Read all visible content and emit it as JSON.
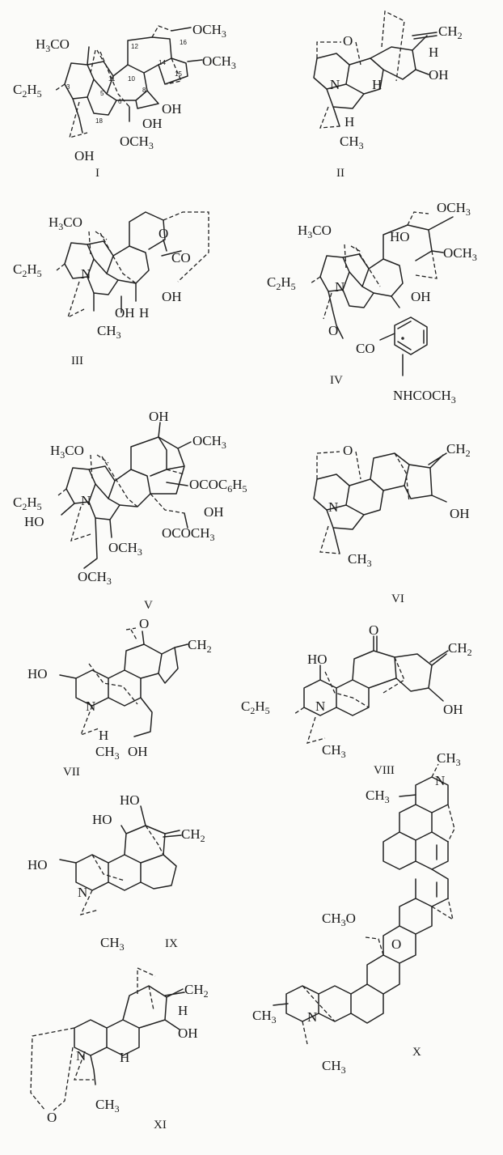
{
  "structures": [
    {
      "roman": "I",
      "labels": [
        "H3CO",
        "OCH3",
        "OCH3",
        "C2H5",
        "OH",
        "OH",
        "OCH3",
        "OH",
        "12",
        "16",
        "11",
        "10",
        "14",
        "15",
        "3",
        "5",
        "6",
        "8",
        "18"
      ]
    },
    {
      "roman": "II",
      "labels": [
        "O",
        "CH2",
        "H",
        "OH",
        "N",
        "H",
        "H",
        "CH3"
      ]
    },
    {
      "roman": "III",
      "labels": [
        "H3CO",
        "O",
        "CO",
        "C2H5",
        "N",
        "OH",
        "H",
        "OH",
        "CH3"
      ]
    },
    {
      "roman": "IV",
      "labels": [
        "OCH3",
        "H3CO",
        "HO",
        "OCH3",
        "C2H5",
        "N",
        "OH",
        "O",
        "CO",
        "NHCOCH3"
      ]
    },
    {
      "roman": "V",
      "labels": [
        "OH",
        "OCH3",
        "H3CO",
        "OCOC6H5",
        "C2H5",
        "N",
        "OH",
        "HO",
        "OCOCH3",
        "OCH3",
        "OCH3"
      ]
    },
    {
      "roman": "VI",
      "labels": [
        "O",
        "CH2",
        "N",
        "OH",
        "CH3"
      ]
    },
    {
      "roman": "VII",
      "labels": [
        "O",
        "CH2",
        "HO",
        "N",
        "H",
        "CH3",
        "OH"
      ]
    },
    {
      "roman": "VIII",
      "labels": [
        "O",
        "CH2",
        "HO",
        "C2H5",
        "N",
        "OH",
        "CH3"
      ]
    },
    {
      "roman": "IX",
      "labels": [
        "HO",
        "HO",
        "CH2",
        "HO",
        "N",
        "CH3"
      ]
    },
    {
      "roman": "X",
      "labels": [
        "CH3",
        "N",
        "CH3",
        "CH3O",
        "O",
        "CH3",
        "N",
        "CH3"
      ]
    },
    {
      "roman": "XI",
      "labels": [
        "CH2",
        "H",
        "OH",
        "N",
        "H",
        "CH3",
        "O"
      ]
    }
  ]
}
